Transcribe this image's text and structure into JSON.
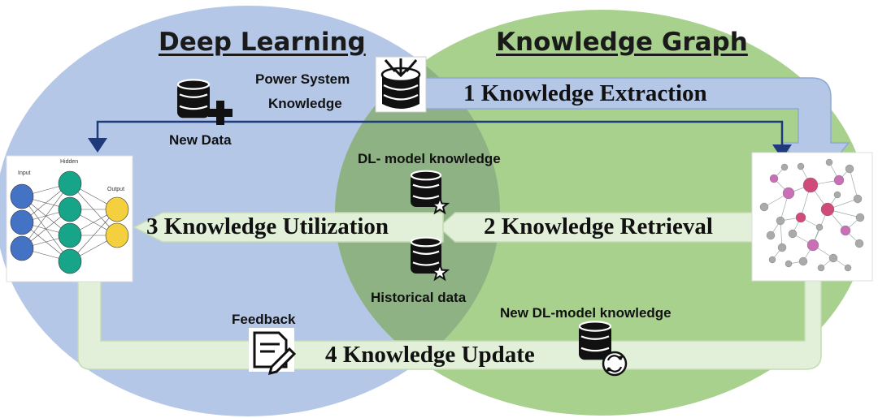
{
  "circles": {
    "left_title": "Deep Learning",
    "right_title": "Knowledge Graph",
    "left_color": "#b4c7e7",
    "right_color": "#a9d18e",
    "overlap_color": "#8eb283"
  },
  "steps": {
    "step1": "1 Knowledge Extraction",
    "step2": "2 Knowledge Retrieval",
    "step3": "3 Knowledge Utilization",
    "step4": "4 Knowledge Update"
  },
  "labels": {
    "power_system": "Power System",
    "knowledge": "Knowledge",
    "new_data": "New Data",
    "dl_model_knowledge": "DL- model knowledge",
    "historical_data": "Historical data",
    "feedback": "Feedback",
    "new_dl_model_knowledge": "New DL-model knowledge"
  },
  "neural_net": {
    "input": "Input",
    "hidden": "Hidden",
    "output": "Output",
    "colors": {
      "input": "#4472c4",
      "hidden": "#17a589",
      "output": "#f4d03f"
    }
  },
  "icons": [
    "database-plus-icon",
    "database-import-icon",
    "database-star-icon",
    "database-star-icon",
    "document-edit-icon",
    "database-sync-icon",
    "knowledge-graph-icon",
    "neural-network-icon"
  ]
}
